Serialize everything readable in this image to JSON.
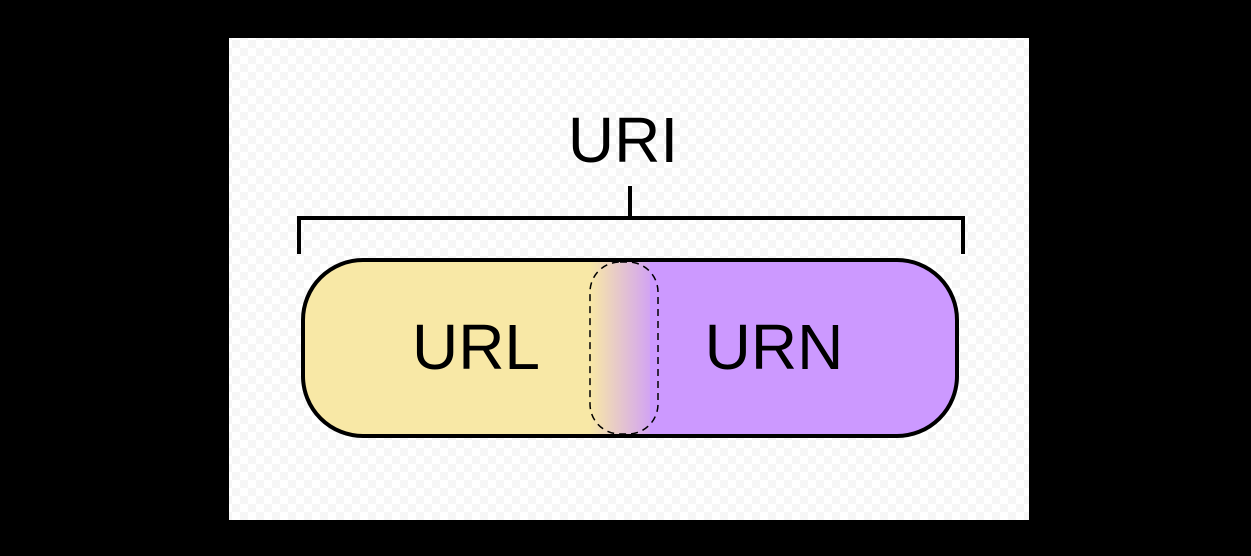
{
  "diagram": {
    "parent_label": "URI",
    "left_label": "URL",
    "right_label": "URN"
  },
  "colors": {
    "outer_background": "#000000",
    "canvas_background": "#ffffff",
    "url_fill": "#f8e8a6",
    "urn_fill": "#cc99ff",
    "stroke": "#000000"
  }
}
